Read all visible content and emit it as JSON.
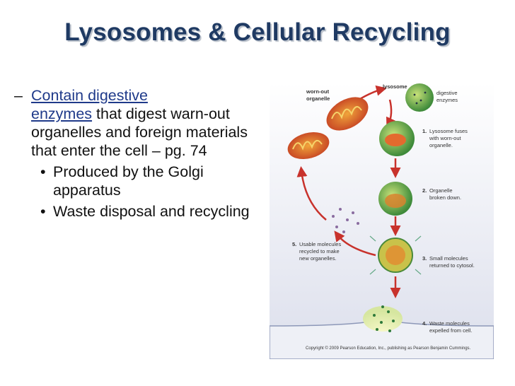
{
  "slide": {
    "title": "Lysosomes & Cellular Recycling",
    "bullet": {
      "dash": "–",
      "link_text_1": "Contain digestive",
      "link_text_2": "enzymes",
      "text_rest": " that digest warn-out organelles and foreign materials that enter the cell – pg. 74"
    },
    "sub_bullets": [
      {
        "marker": "•",
        "text": "Produced by the Golgi apparatus"
      },
      {
        "marker": "•",
        "text": "Waste disposal and recycling"
      }
    ]
  },
  "figure": {
    "labels": {
      "lysosome": "lysosome",
      "worn_out_1": "worn-out",
      "worn_out_2": "organelle",
      "digestive_1": "digestive",
      "digestive_2": "enzymes",
      "step1_num": "1.",
      "step1_a": "Lysosome fuses",
      "step1_b": "with worn-out",
      "step1_c": "organelle.",
      "step2_num": "2.",
      "step2_a": "Organelle",
      "step2_b": "broken down.",
      "step3_num": "3.",
      "step3_a": "Small molecules",
      "step3_b": "returned to cytosol.",
      "step4_num": "4.",
      "step4_a": "Waste molecules",
      "step4_b": "expelled from cell.",
      "step5_num": "5.",
      "step5_a": "Usable molecules",
      "step5_b": "recycled to make",
      "step5_c": "new organelles."
    },
    "copyright": "Copyright © 2009 Pearson Education, Inc., publishing as Pearson Benjamin Cummings."
  }
}
